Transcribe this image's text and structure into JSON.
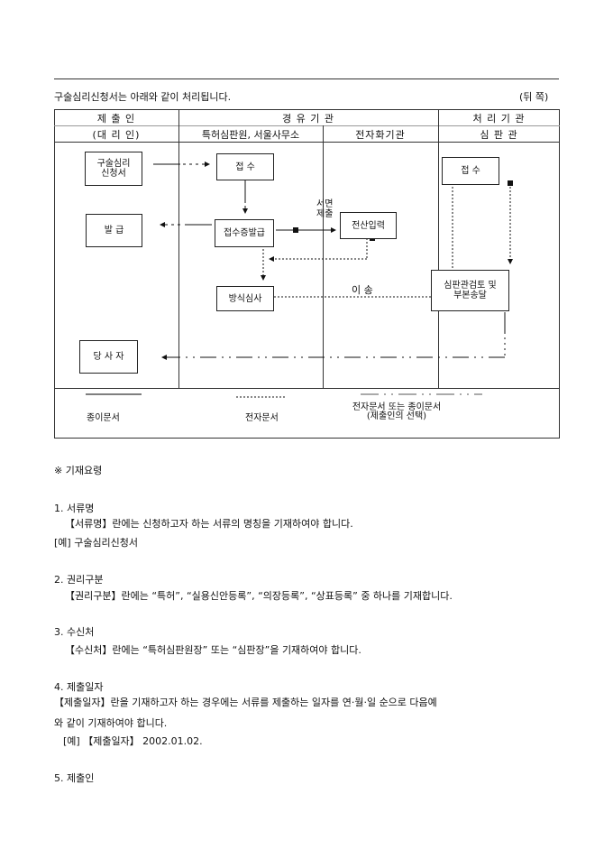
{
  "header": {
    "title": "구술심리신청서는 아래와 같이 처리됩니다.",
    "page_side": "(뒤 쪽)"
  },
  "table": {
    "col1_title": "제 출 인",
    "col1_sub": "(대 리 인)",
    "col2_title": "경  유  기  관",
    "col2_sub_a": "특허심판원, 서울사무소",
    "col2_sub_b": "전자화기관",
    "col3_title": "처 리 기 관",
    "col3_sub": "심  판  관"
  },
  "flow": {
    "application": "구술심리\n신청서",
    "receipt_mid": "접     수",
    "receipt_right": "접     수",
    "issue": "발     급",
    "receipt_issue": "접수증발급",
    "written_submit": "서면\n제출",
    "data_entry": "전산입력",
    "formal_review": "방식심사",
    "transfer": "이  송",
    "judge_review": "심판관검토 및\n부본송달",
    "party": "당 사 자"
  },
  "legend": {
    "paper": "종이문서",
    "electronic": "전자문서",
    "either": "전자문서 또는 종이문서",
    "either_note": "(제출인의 선택)"
  },
  "instructions": {
    "heading": "※  기재요령",
    "items": [
      {
        "title": "1. 서류명",
        "lines": [
          "【서류명】란에는 신청하고자 하는 서류의 명칭을 기재하여야 합니다.",
          "[예] 구술심리신청서"
        ]
      },
      {
        "title": "2. 권리구분",
        "lines": [
          "【권리구분】란에는 “특허”, “실용신안등록”, “의장등록”, “상표등록” 중 하나를 기재합니다."
        ]
      },
      {
        "title": "3. 수신처",
        "lines": [
          "【수신처】란에는 “특허심판원장” 또는 “심판장”을 기재하여야 합니다."
        ]
      },
      {
        "title": "4. 제출일자",
        "lines": [
          "【제출일자】란을 기재하고자 하는 경우에는 서류를 제출하는 일자를 연·월·일 순으로 다음예",
          "와 같이 기재하여야 합니다.",
          "[예] 【제출일자】 2002.01.02."
        ]
      },
      {
        "title": "5. 제출인",
        "lines": []
      }
    ]
  }
}
